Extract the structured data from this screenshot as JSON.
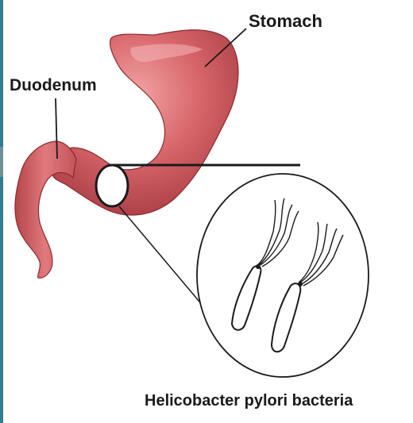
{
  "labels": {
    "stomach": "Stomach",
    "duodenum": "Duodenum",
    "caption": "Helicobacter pylori bacteria"
  },
  "colors": {
    "left_edge_bar": "#2f7d8e",
    "stomach_light": "#e8868a",
    "stomach_mid": "#c9545a",
    "stomach_dark": "#8e2a30",
    "outline": "#1a1a1a",
    "background": "#ffffff"
  }
}
